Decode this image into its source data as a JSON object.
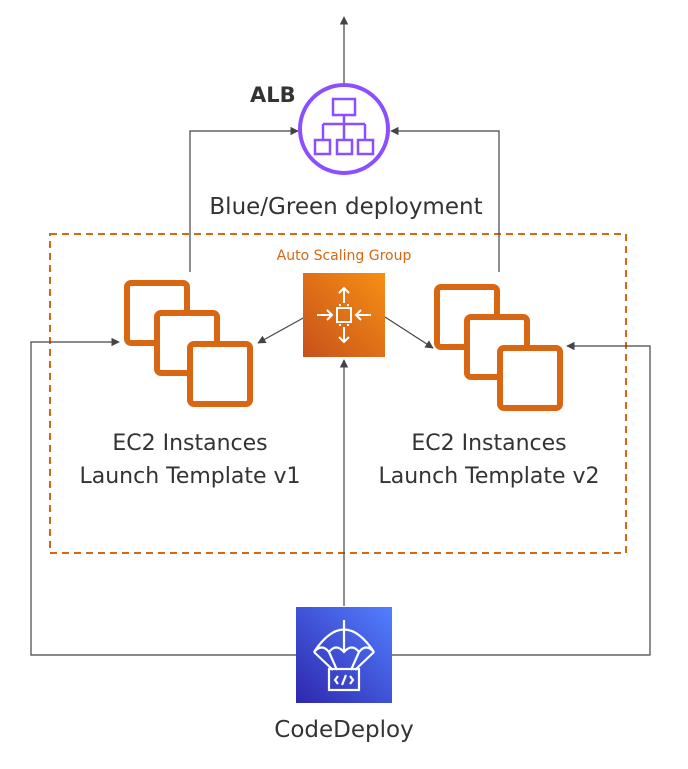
{
  "alb": {
    "label": "ALB"
  },
  "deployment": {
    "label": "Blue/Green deployment"
  },
  "asg": {
    "label": "Auto Scaling Group"
  },
  "ec2_left": {
    "line1": "EC2 Instances",
    "line2": "Launch Template v1"
  },
  "ec2_right": {
    "line1": "EC2 Instances",
    "line2": "Launch Template v2"
  },
  "codedeploy": {
    "label": "CodeDeploy"
  },
  "colors": {
    "alb": "#8c4fff",
    "ec2": "#d86613",
    "asg_fill": "#e87b14",
    "asg_border": "#d86613",
    "codedeploy_fill": "#3b48cc",
    "line": "#444444",
    "text": "#333333"
  }
}
